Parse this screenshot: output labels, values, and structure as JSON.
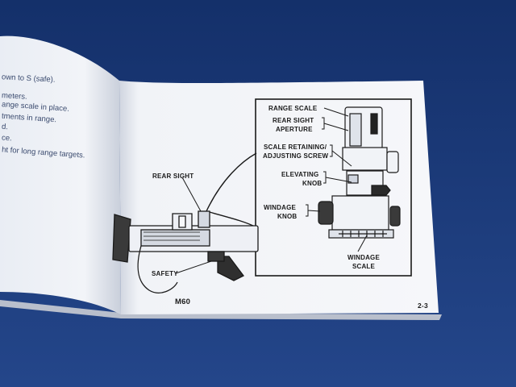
{
  "colors": {
    "background": "#1d3a72",
    "page": "#f4f5f8",
    "ink": "#1a1a1a"
  },
  "left_page": {
    "lines": [
      "own to S (safe).",
      "meters.",
      "ange scale in place.",
      "tments in range.",
      "d.",
      "ce.",
      "ht for long range targets."
    ]
  },
  "figure": {
    "labels": {
      "range_scale": "RANGE SCALE",
      "rear_sight_aperture_1": "REAR SIGHT",
      "rear_sight_aperture_2": "APERTURE",
      "scale_screw_1": "SCALE RETAINING/",
      "scale_screw_2": "ADJUSTING SCREW",
      "elevating_knob_1": "ELEVATING",
      "elevating_knob_2": "KNOB",
      "windage_knob_1": "WINDAGE",
      "windage_knob_2": "KNOB",
      "windage_scale_1": "WINDAGE",
      "windage_scale_2": "SCALE",
      "rear_sight": "REAR SIGHT",
      "safety": "SAFETY"
    },
    "caption": "M60"
  },
  "page_number": "2-3"
}
